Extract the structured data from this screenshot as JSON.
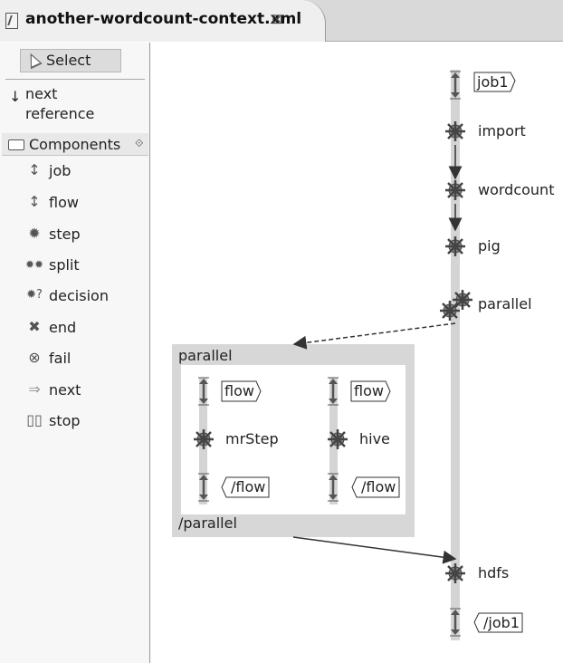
{
  "editor_tab": {
    "title": "another-wordcount-context.xml",
    "close_glyph": "⊠"
  },
  "palette": {
    "select_label": "Select",
    "next_reference_label_1": "next",
    "next_reference_label_2": "reference",
    "components_label": "Components",
    "items": [
      {
        "label": "job",
        "icon": "job-icon"
      },
      {
        "label": "flow",
        "icon": "flow-icon"
      },
      {
        "label": "step",
        "icon": "step-icon"
      },
      {
        "label": "split",
        "icon": "split-icon"
      },
      {
        "label": "decision",
        "icon": "decision-icon"
      },
      {
        "label": "end",
        "icon": "end-icon"
      },
      {
        "label": "fail",
        "icon": "fail-icon"
      },
      {
        "label": "next",
        "icon": "next-icon"
      },
      {
        "label": "stop",
        "icon": "stop-icon"
      }
    ]
  },
  "diagram": {
    "job_start": "job1",
    "steps": [
      "import",
      "wordcount",
      "pig"
    ],
    "split_label": "parallel",
    "parallel_open": "parallel",
    "parallel_close": "/parallel",
    "flow_open": "flow",
    "flow_close": "/flow",
    "left_step": "mrStep",
    "right_step": "hive",
    "after_step": "hdfs",
    "job_end": "/job1"
  },
  "colors": {
    "lane": "#d4d4d4",
    "arrow": "#333333",
    "gear": "#666666"
  }
}
